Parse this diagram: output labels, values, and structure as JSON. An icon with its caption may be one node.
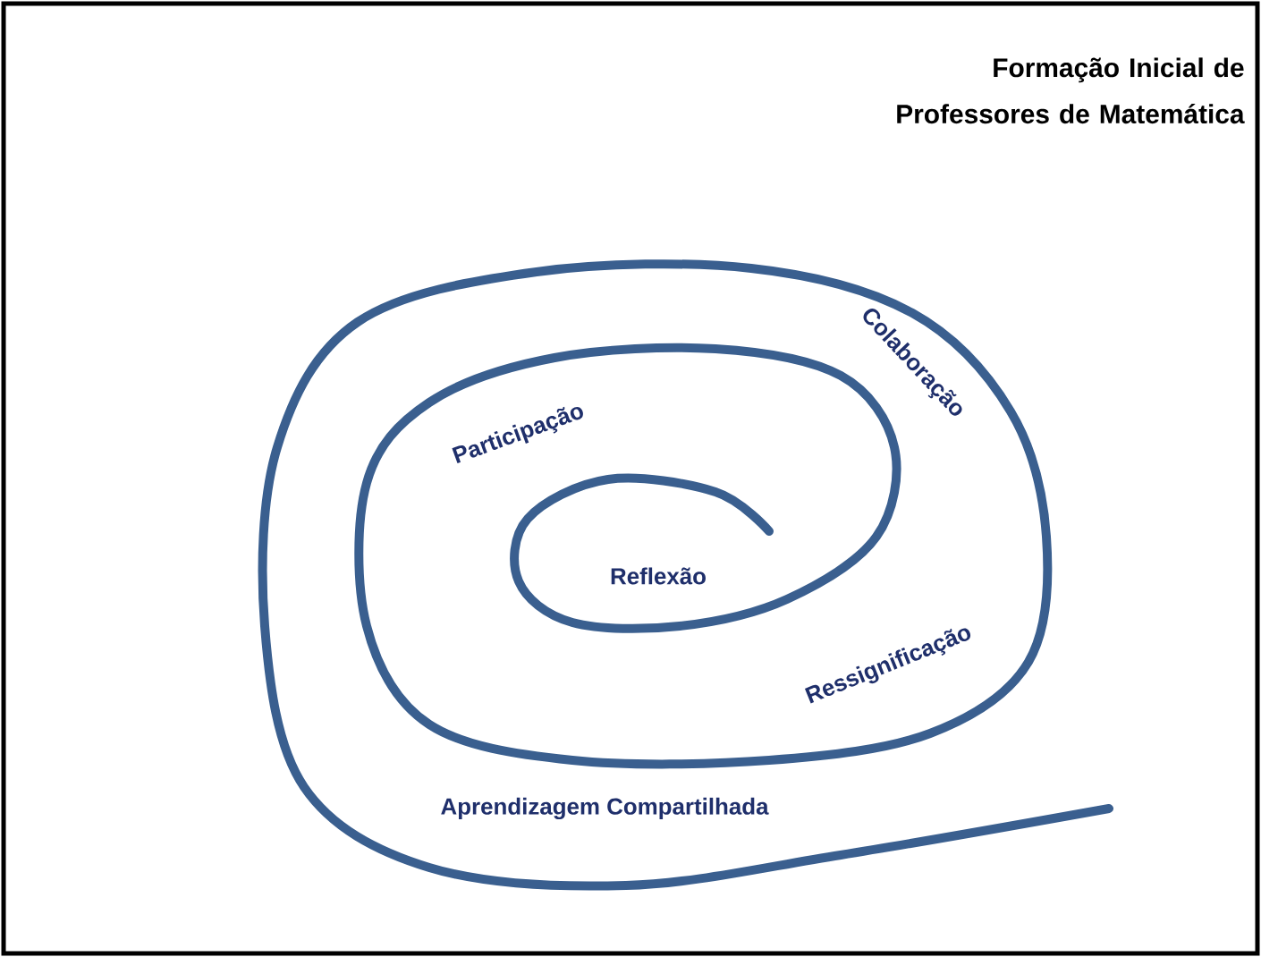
{
  "diagram": {
    "title": "Formação Inicial de Professores de Matemática",
    "labels": [
      "Colaboração",
      "Participação",
      "Reflexão",
      "Ressignificação",
      "Aprendizagem Compartilhada"
    ]
  }
}
